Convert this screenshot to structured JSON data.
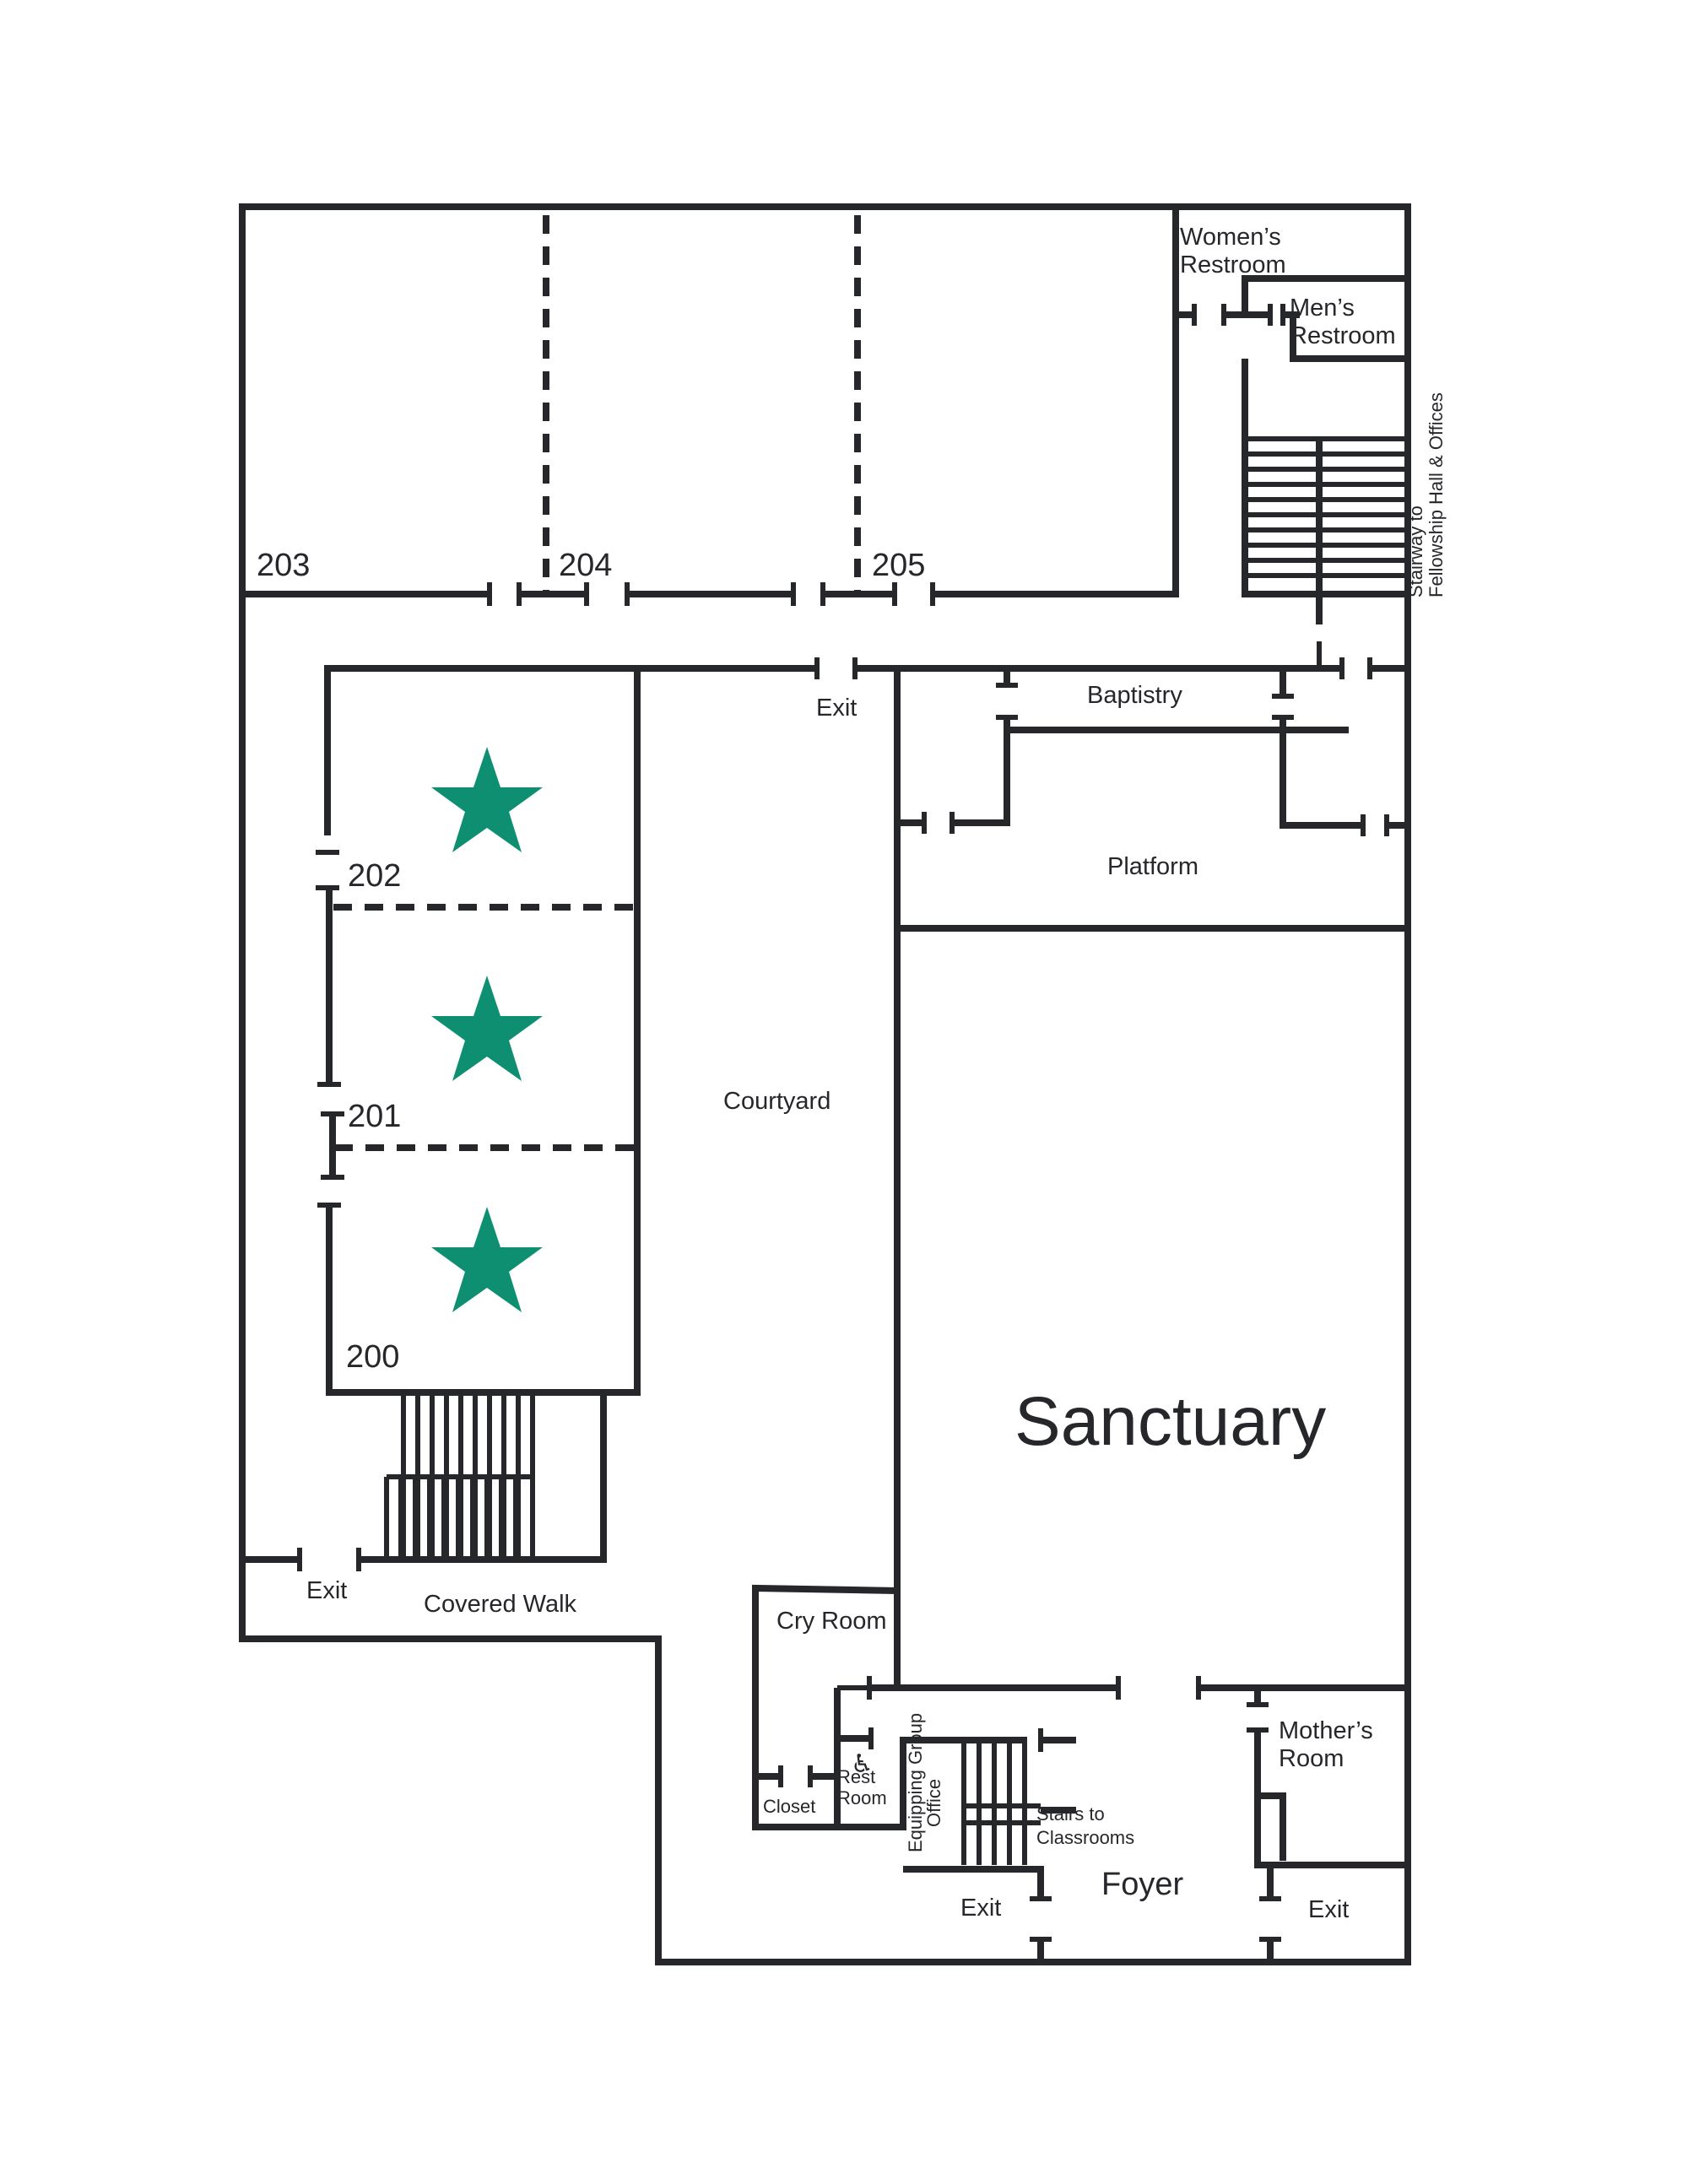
{
  "floor_plan": {
    "rooms": {
      "r203": "203",
      "r204": "204",
      "r205": "205",
      "r202": "202",
      "r201": "201",
      "r200": "200",
      "womens_restroom_1": "Women’s",
      "womens_restroom_2": "Restroom",
      "mens_restroom_1": "Men’s",
      "mens_restroom_2": "Restroom",
      "stairway_1": "Stairway to",
      "stairway_2": "Fellowship Hall & Offices",
      "baptistry": "Baptistry",
      "platform": "Platform",
      "courtyard": "Courtyard",
      "sanctuary": "Sanctuary",
      "covered_walk": "Covered Walk",
      "cry_room": "Cry Room",
      "closet": "Closet",
      "rest_room_1": "Rest",
      "rest_room_2": "Room",
      "equipping_1": "Equipping Group",
      "equipping_2": "Office",
      "stairs_classrooms_1": "Stairs to",
      "stairs_classrooms_2": "Classrooms",
      "foyer": "Foyer",
      "mothers_room_1": "Mother’s",
      "mothers_room_2": "Room"
    },
    "exits": {
      "top_exit": "Exit",
      "left_exit": "Exit",
      "foyer_exit_left": "Exit",
      "foyer_exit_right": "Exit"
    },
    "markers": {
      "star_color": "#0e8f72",
      "starred_rooms": [
        "202",
        "201",
        "200"
      ],
      "accessibility_icon": "wheelchair-icon"
    }
  }
}
